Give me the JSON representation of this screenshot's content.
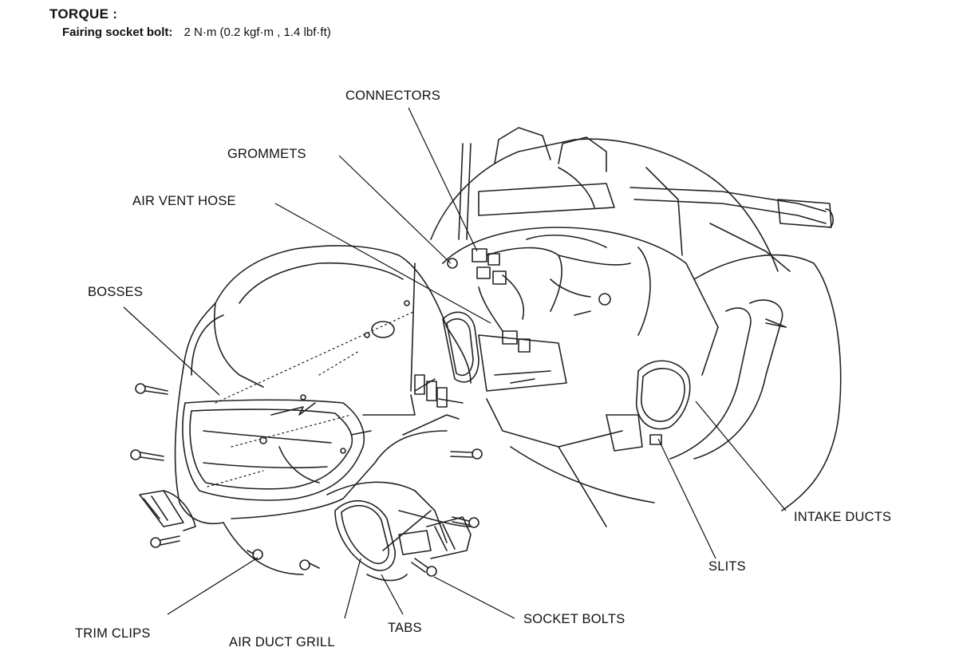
{
  "torque": {
    "heading": "TORQUE :",
    "item_label": "Fairing socket bolt:",
    "item_value": "2 N·m (0.2 kgf·m , 1.4 lbf·ft)"
  },
  "labels": {
    "connectors": "CONNECTORS",
    "grommets": "GROMMETS",
    "air_vent_hose": "AIR VENT HOSE",
    "bosses": "BOSSES",
    "intake_ducts": "INTAKE DUCTS",
    "slits": "SLITS",
    "socket_bolts": "SOCKET BOLTS",
    "tabs": "TABS",
    "air_duct_grill": "AIR DUCT GRILL",
    "trim_clips": "TRIM CLIPS"
  }
}
